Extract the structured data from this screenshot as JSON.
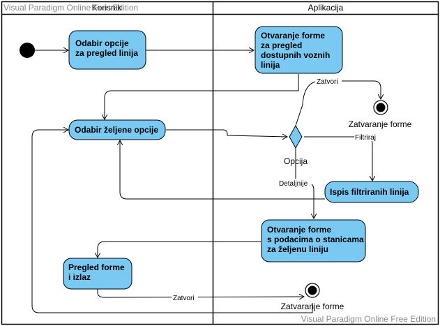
{
  "watermark": {
    "top_left": "Visual Paradigm Online Free Edition",
    "bottom_right": "Visual Paradigm Online Free Edition"
  },
  "lanes": {
    "left": "Korisnik",
    "right": "Aplikacija"
  },
  "nodes": {
    "odabir_opcije": [
      "Odabir opcije",
      "za pregled linija"
    ],
    "otvaranje_forme": [
      "Otvaranje forme",
      "za pregled",
      "dostupnih voznih",
      "linija"
    ],
    "odabir_zeljene": [
      "Odabir željene opcije"
    ],
    "ispis_filtriranih": [
      "Ispis filtriranih linija"
    ],
    "otvaranje_forme_stanice": [
      "Otvaranje forme",
      "s podacima o stanicama",
      "za željenu liniju"
    ],
    "pregled_forme": [
      "Pregled forme",
      "i izlaz"
    ],
    "end1_caption": "Zatvaranje forme",
    "end2_caption": "Zatvaranje forme",
    "decision_caption": "Opcija"
  },
  "edges": {
    "zatvori_1": "Zatvori",
    "filtriraj": "Filtriraj",
    "detaljnije": "Detaljnije",
    "zatvori_2": "Zatvori"
  },
  "colors": {
    "action_fill": "#79c9f2",
    "stroke": "#000000",
    "watermark": "#8a8a8a"
  }
}
